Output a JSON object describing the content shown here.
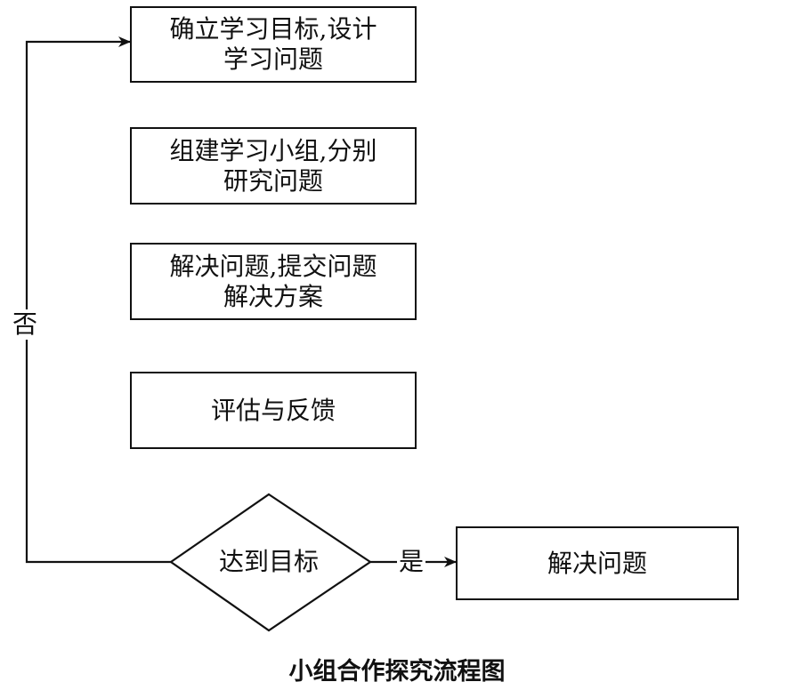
{
  "steps": [
    {
      "line1": "确立学习目标,设计",
      "line2": "学习问题"
    },
    {
      "line1": "组建学习小组,分别",
      "line2": "研究问题"
    },
    {
      "line1": "解决问题,提交问题",
      "line2": "解决方案"
    },
    {
      "line1": "评估与反馈",
      "line2": ""
    }
  ],
  "decision": {
    "label": "达到目标"
  },
  "result": {
    "label": "解决问题"
  },
  "edges": {
    "no_label": "否",
    "yes_label": "是"
  },
  "caption": "小组合作探究流程图"
}
